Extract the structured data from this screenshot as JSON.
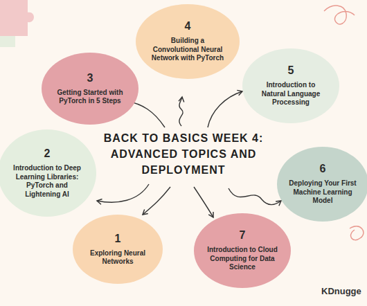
{
  "diagram": {
    "title": "BACK TO BASICS WEEK 4: ADVANCED TOPICS AND DEPLOYMENT",
    "nodes": [
      {
        "text": [
          "4",
          "Building a Convolutional Neural Network with PyTorch"
        ]
      },
      {
        "text": [
          "3",
          "Getting Started with PyTorch in 5 Steps"
        ]
      },
      {
        "text": [
          "5",
          "Introduction to Natural Language Processing"
        ]
      },
      {
        "text": [
          "2",
          "Introduction to Deep Learning Libraries: PyTorch and Lightening AI"
        ]
      },
      {
        "text": [
          "6",
          "Deploying Your First Machine Learning Model"
        ]
      },
      {
        "text": [
          "1",
          "Exploring Neural Networks"
        ]
      },
      {
        "text": [
          "7",
          "Introduction to Cloud Computing for Data Science"
        ]
      }
    ],
    "labels": [
      "KDnugge"
    ]
  }
}
